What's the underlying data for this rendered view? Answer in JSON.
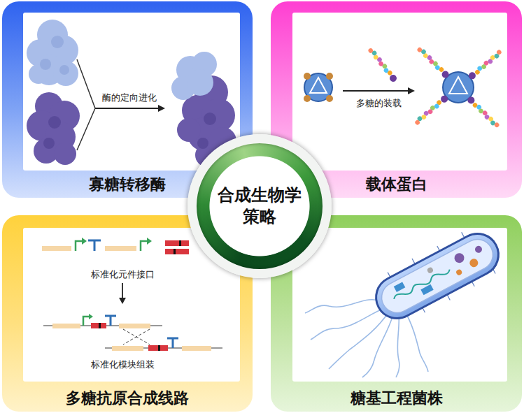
{
  "diagram": {
    "nodes": [
      {
        "text": [
          "寡糖转移酶"
        ]
      },
      {
        "text": [
          "载体蛋白"
        ]
      },
      {
        "text": [
          "合成生物学 策略"
        ]
      },
      {
        "text": [
          "多糖抗原合成线路"
        ]
      },
      {
        "text": [
          "糖基工程菌株"
        ]
      }
    ],
    "labels": [
      "酶的定向进化",
      "多糖的装载",
      "标准化元件接口",
      "标准化模块组装"
    ]
  }
}
